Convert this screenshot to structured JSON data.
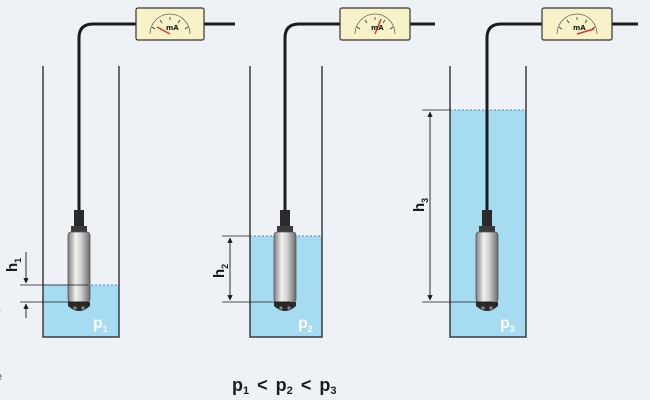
{
  "meter_unit": "mA",
  "formula": {
    "p1": "p",
    "s1": "1",
    "lt1": "<",
    "p2": "p",
    "s2": "2",
    "lt2": "<",
    "p3": "p",
    "s3": "3"
  },
  "setups": [
    {
      "h_letter": "h",
      "h_sub": "1",
      "p_letter": "p",
      "p_sub": "1"
    },
    {
      "h_letter": "h",
      "h_sub": "2",
      "p_letter": "p",
      "p_sub": "2"
    },
    {
      "h_letter": "h",
      "h_sub": "3",
      "p_letter": "p",
      "p_sub": "3"
    }
  ],
  "edge_text": [
    "r",
    "e"
  ],
  "colors": {
    "water": "#a6dcf2",
    "tube_wall": "#3c3c3c",
    "cable": "#1c1c1c",
    "meter_face": "#f8f2c8",
    "needle": "#d83a2a",
    "background": "#eef1f6"
  }
}
